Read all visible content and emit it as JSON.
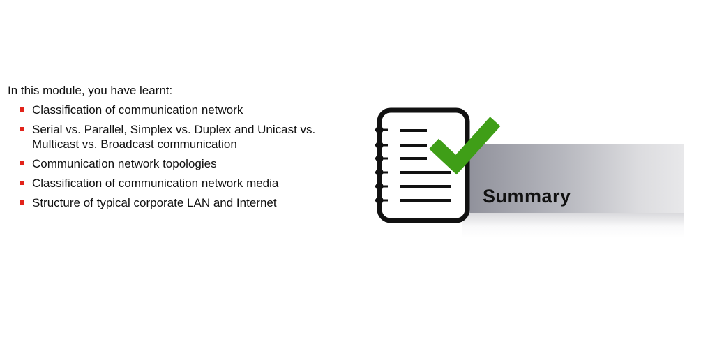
{
  "slide": {
    "intro": "In this module, you have learnt:",
    "bullets": [
      "Classification of communication network",
      "Serial vs. Parallel, Simplex vs. Duplex and Unicast vs. Multicast vs. Broadcast communication",
      "Communication network topologies",
      "Classification of communication network media",
      "Structure of typical corporate LAN and Internet"
    ],
    "banner_title": "Summary"
  },
  "colors": {
    "bullet_marker": "#e2231a",
    "checkmark": "#3f9e17",
    "notebook_stroke": "#111111",
    "banner_gradient_start": "#8e8f99",
    "banner_gradient_end": "#e8e8ea"
  },
  "icons": {
    "notebook": "spiral-notebook-icon",
    "check": "checkmark-icon"
  }
}
